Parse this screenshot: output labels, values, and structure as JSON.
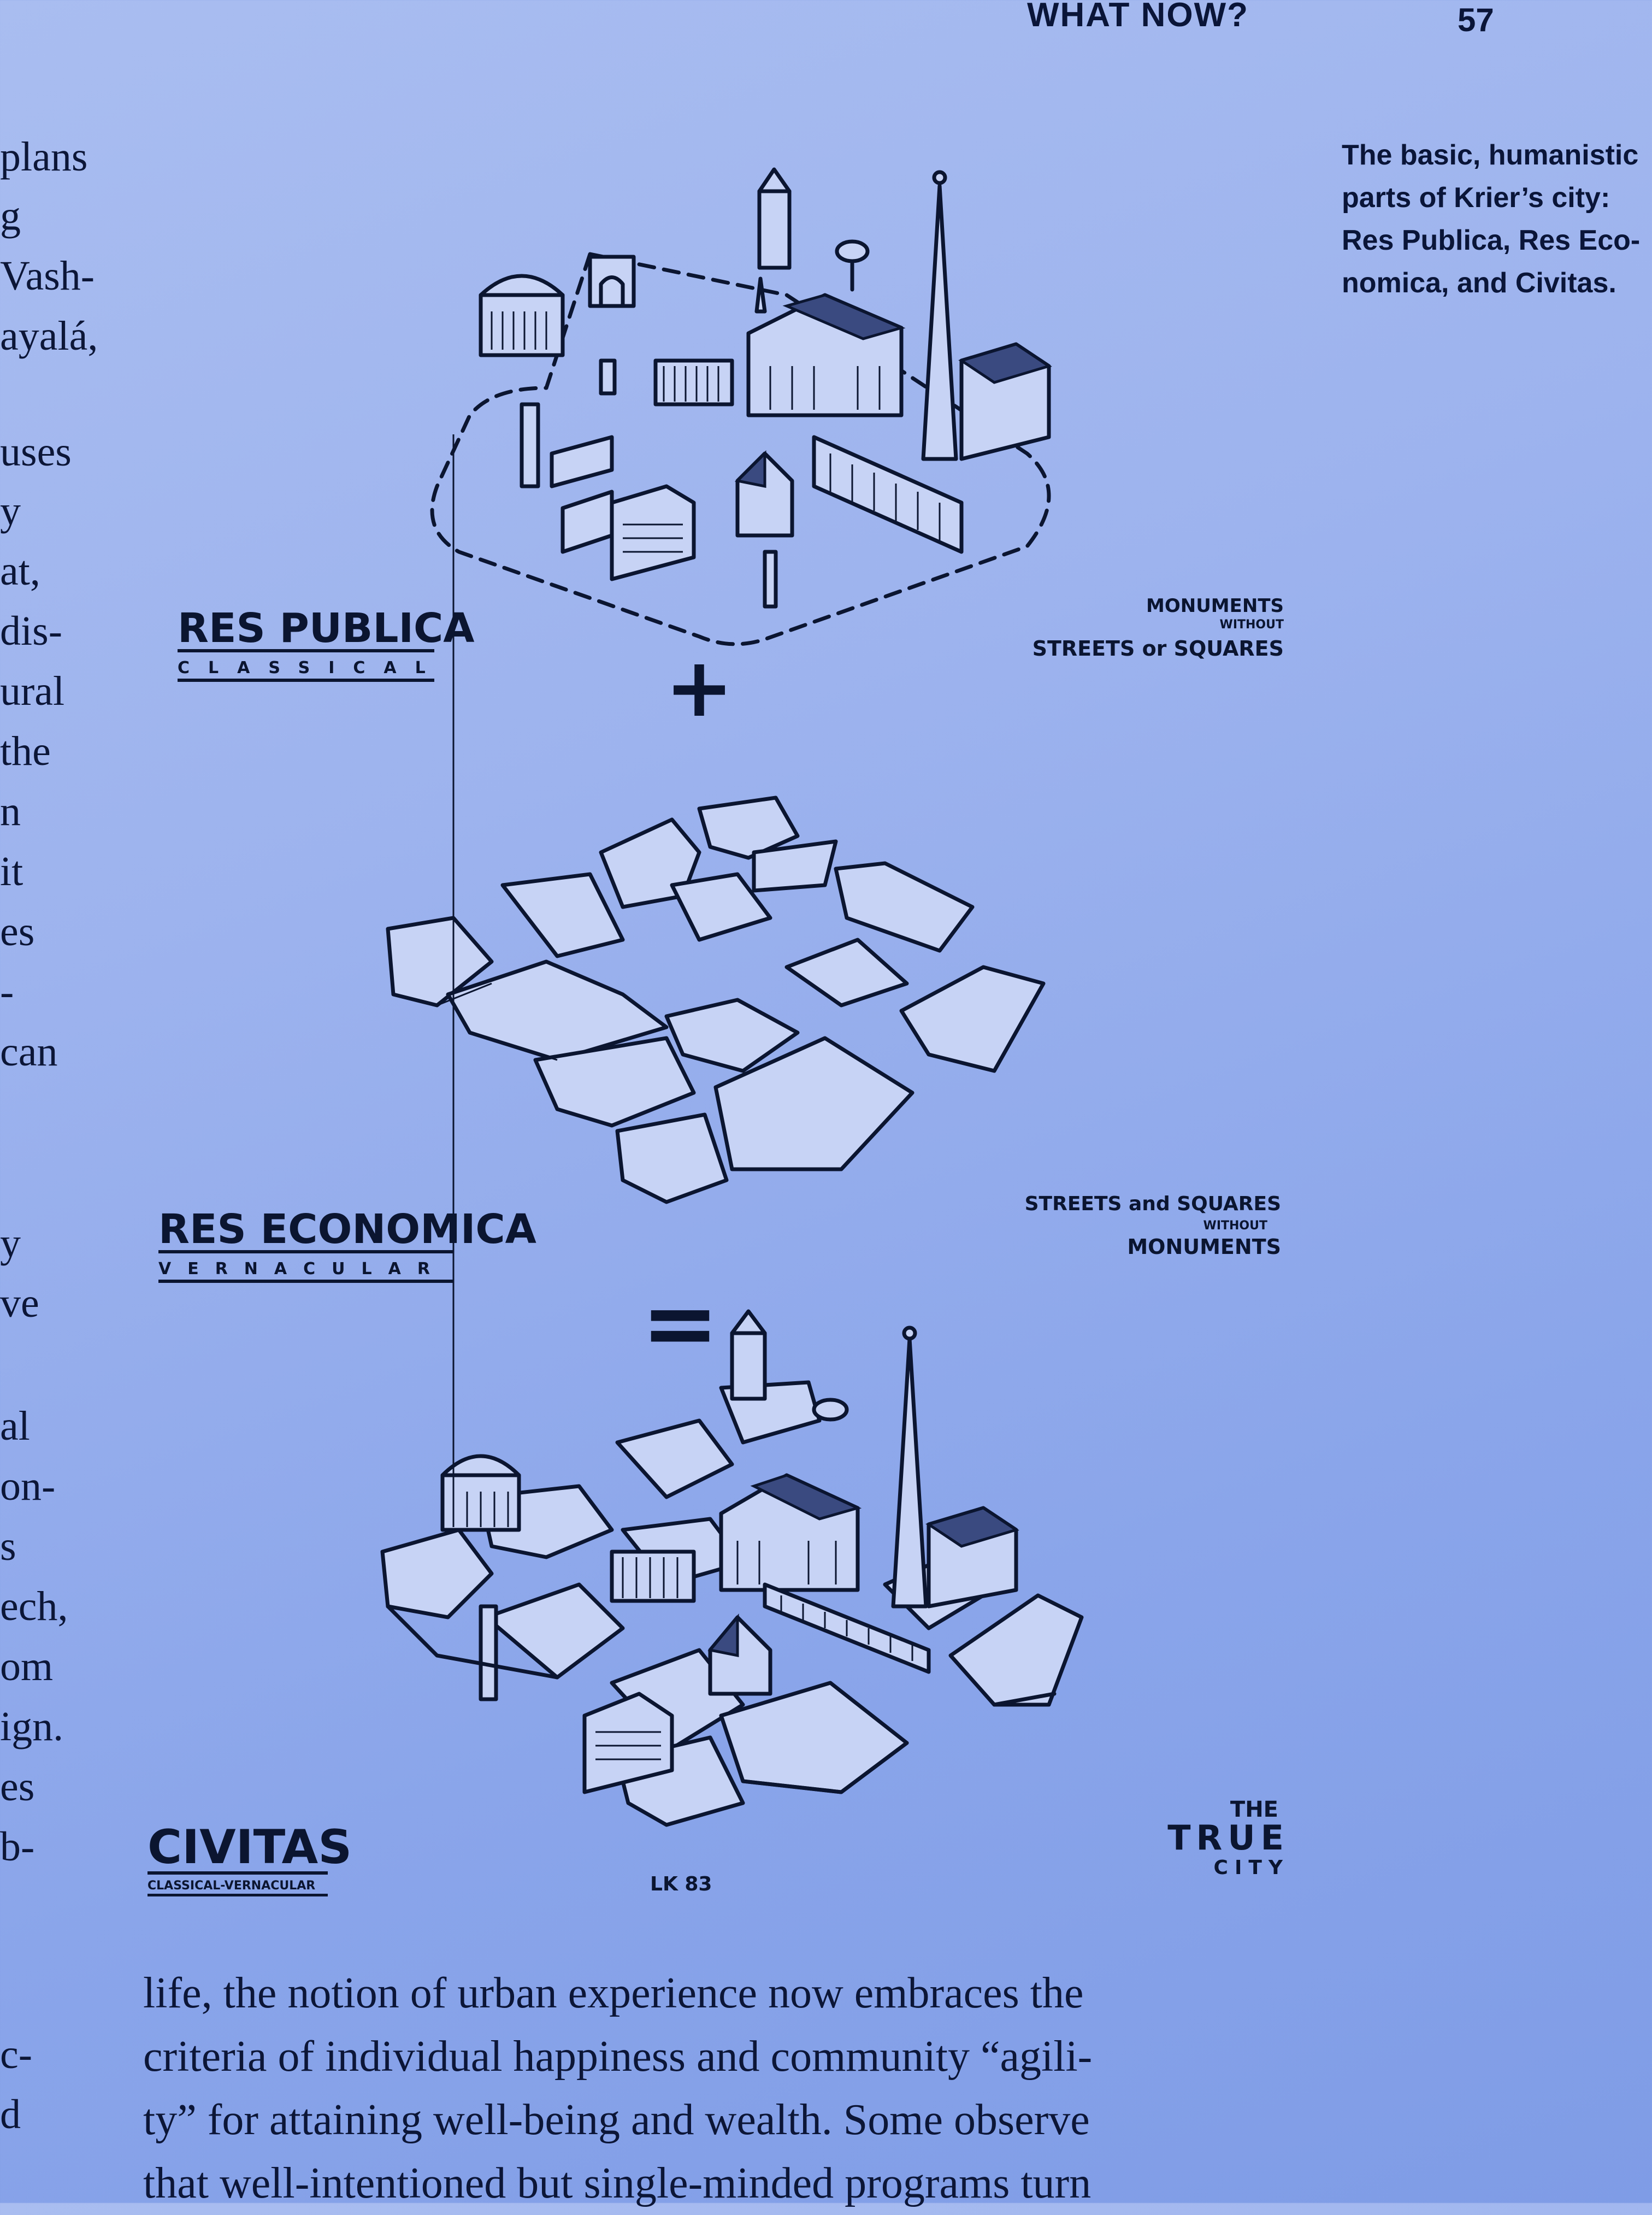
{
  "header": {
    "running_head": "WHAT NOW?",
    "page_number": "57"
  },
  "caption": {
    "lines": [
      "The basic, humanistic",
      "parts of Krier’s city:",
      "Res Publica, Res Eco-",
      "nomica, and Civitas."
    ]
  },
  "left_column_fragments": [
    "plans",
    "g",
    "Vash-",
    "ayalá,",
    "uses",
    "y",
    "at,",
    "dis-",
    "ural",
    "the",
    "n",
    "it",
    "es",
    "-",
    "can",
    "y",
    "ve",
    "al",
    "on-",
    "s",
    "ech,",
    "om",
    "ign.",
    "es",
    "b-",
    "c-",
    "d"
  ],
  "figure": {
    "res_publica": {
      "title": "RES PUBLICA",
      "subtitle": "CLASSICAL",
      "note_lines": [
        "MONUMENTS",
        "WITHOUT",
        "STREETS or SQUARES"
      ]
    },
    "plus": "+",
    "res_economica": {
      "title": "RES ECONOMICA",
      "subtitle": "VERNACULAR",
      "note_lines": [
        "STREETS and SQUARES",
        "WITHOUT",
        "MONUMENTS"
      ]
    },
    "equals": "=",
    "civitas": {
      "title": "CIVITAS",
      "subtitle": "CLASSICAL-VERNACULAR",
      "note_lines": [
        "THE",
        "TRUE",
        "CITY"
      ],
      "signature": "LK 83"
    }
  },
  "body_text": {
    "lines": [
      "life, the notion of urban experience now embraces the",
      "criteria of individual happiness and community “agili-",
      "ty” for attaining well-being and wealth. Some observe",
      "that well-intentioned but single-minded programs turn"
    ]
  }
}
